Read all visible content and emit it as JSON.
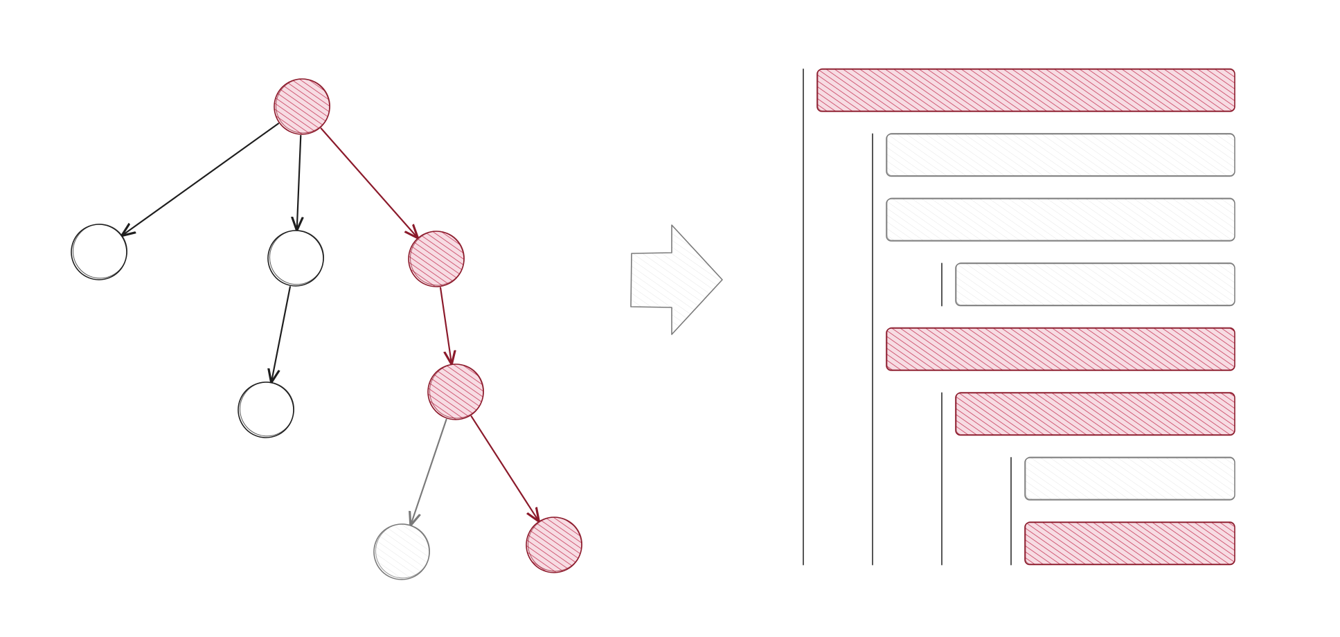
{
  "colors": {
    "background": "#ffffff",
    "highlight_stroke": "#8b1a2b",
    "highlight_hatch": "#c63a5a",
    "highlight_fill": "#f7dce3",
    "normal_stroke": "#1e1e1e",
    "muted_stroke": "#7a7a7a",
    "plain_fill": "#f6f6f6",
    "guide_line": "#555555"
  },
  "tree": {
    "nodes": [
      {
        "id": "root",
        "highlighted": true,
        "dimmed": false
      },
      {
        "id": "child-left",
        "highlighted": false,
        "dimmed": false
      },
      {
        "id": "child-middle",
        "highlighted": false,
        "dimmed": false
      },
      {
        "id": "child-right",
        "highlighted": true,
        "dimmed": false
      },
      {
        "id": "grandchild-middle",
        "highlighted": false,
        "dimmed": false
      },
      {
        "id": "grandchild-right",
        "highlighted": true,
        "dimmed": false
      },
      {
        "id": "leaf-left",
        "highlighted": false,
        "dimmed": true
      },
      {
        "id": "leaf-right",
        "highlighted": true,
        "dimmed": false
      }
    ],
    "edges": [
      {
        "from": "root",
        "to": "child-left",
        "highlighted": false,
        "dimmed": false
      },
      {
        "from": "root",
        "to": "child-middle",
        "highlighted": false,
        "dimmed": false
      },
      {
        "from": "root",
        "to": "child-right",
        "highlighted": true,
        "dimmed": false
      },
      {
        "from": "child-middle",
        "to": "grandchild-middle",
        "highlighted": false,
        "dimmed": false
      },
      {
        "from": "child-right",
        "to": "grandchild-right",
        "highlighted": true,
        "dimmed": false
      },
      {
        "from": "grandchild-right",
        "to": "leaf-left",
        "highlighted": false,
        "dimmed": true
      },
      {
        "from": "grandchild-right",
        "to": "leaf-right",
        "highlighted": true,
        "dimmed": false
      }
    ]
  },
  "arrow": {
    "icon": "right-arrow-icon"
  },
  "rows": [
    {
      "depth": 0,
      "highlighted": true
    },
    {
      "depth": 1,
      "highlighted": false
    },
    {
      "depth": 1,
      "highlighted": false
    },
    {
      "depth": 2,
      "highlighted": false
    },
    {
      "depth": 1,
      "highlighted": true
    },
    {
      "depth": 2,
      "highlighted": true
    },
    {
      "depth": 3,
      "highlighted": false
    },
    {
      "depth": 3,
      "highlighted": true
    }
  ]
}
